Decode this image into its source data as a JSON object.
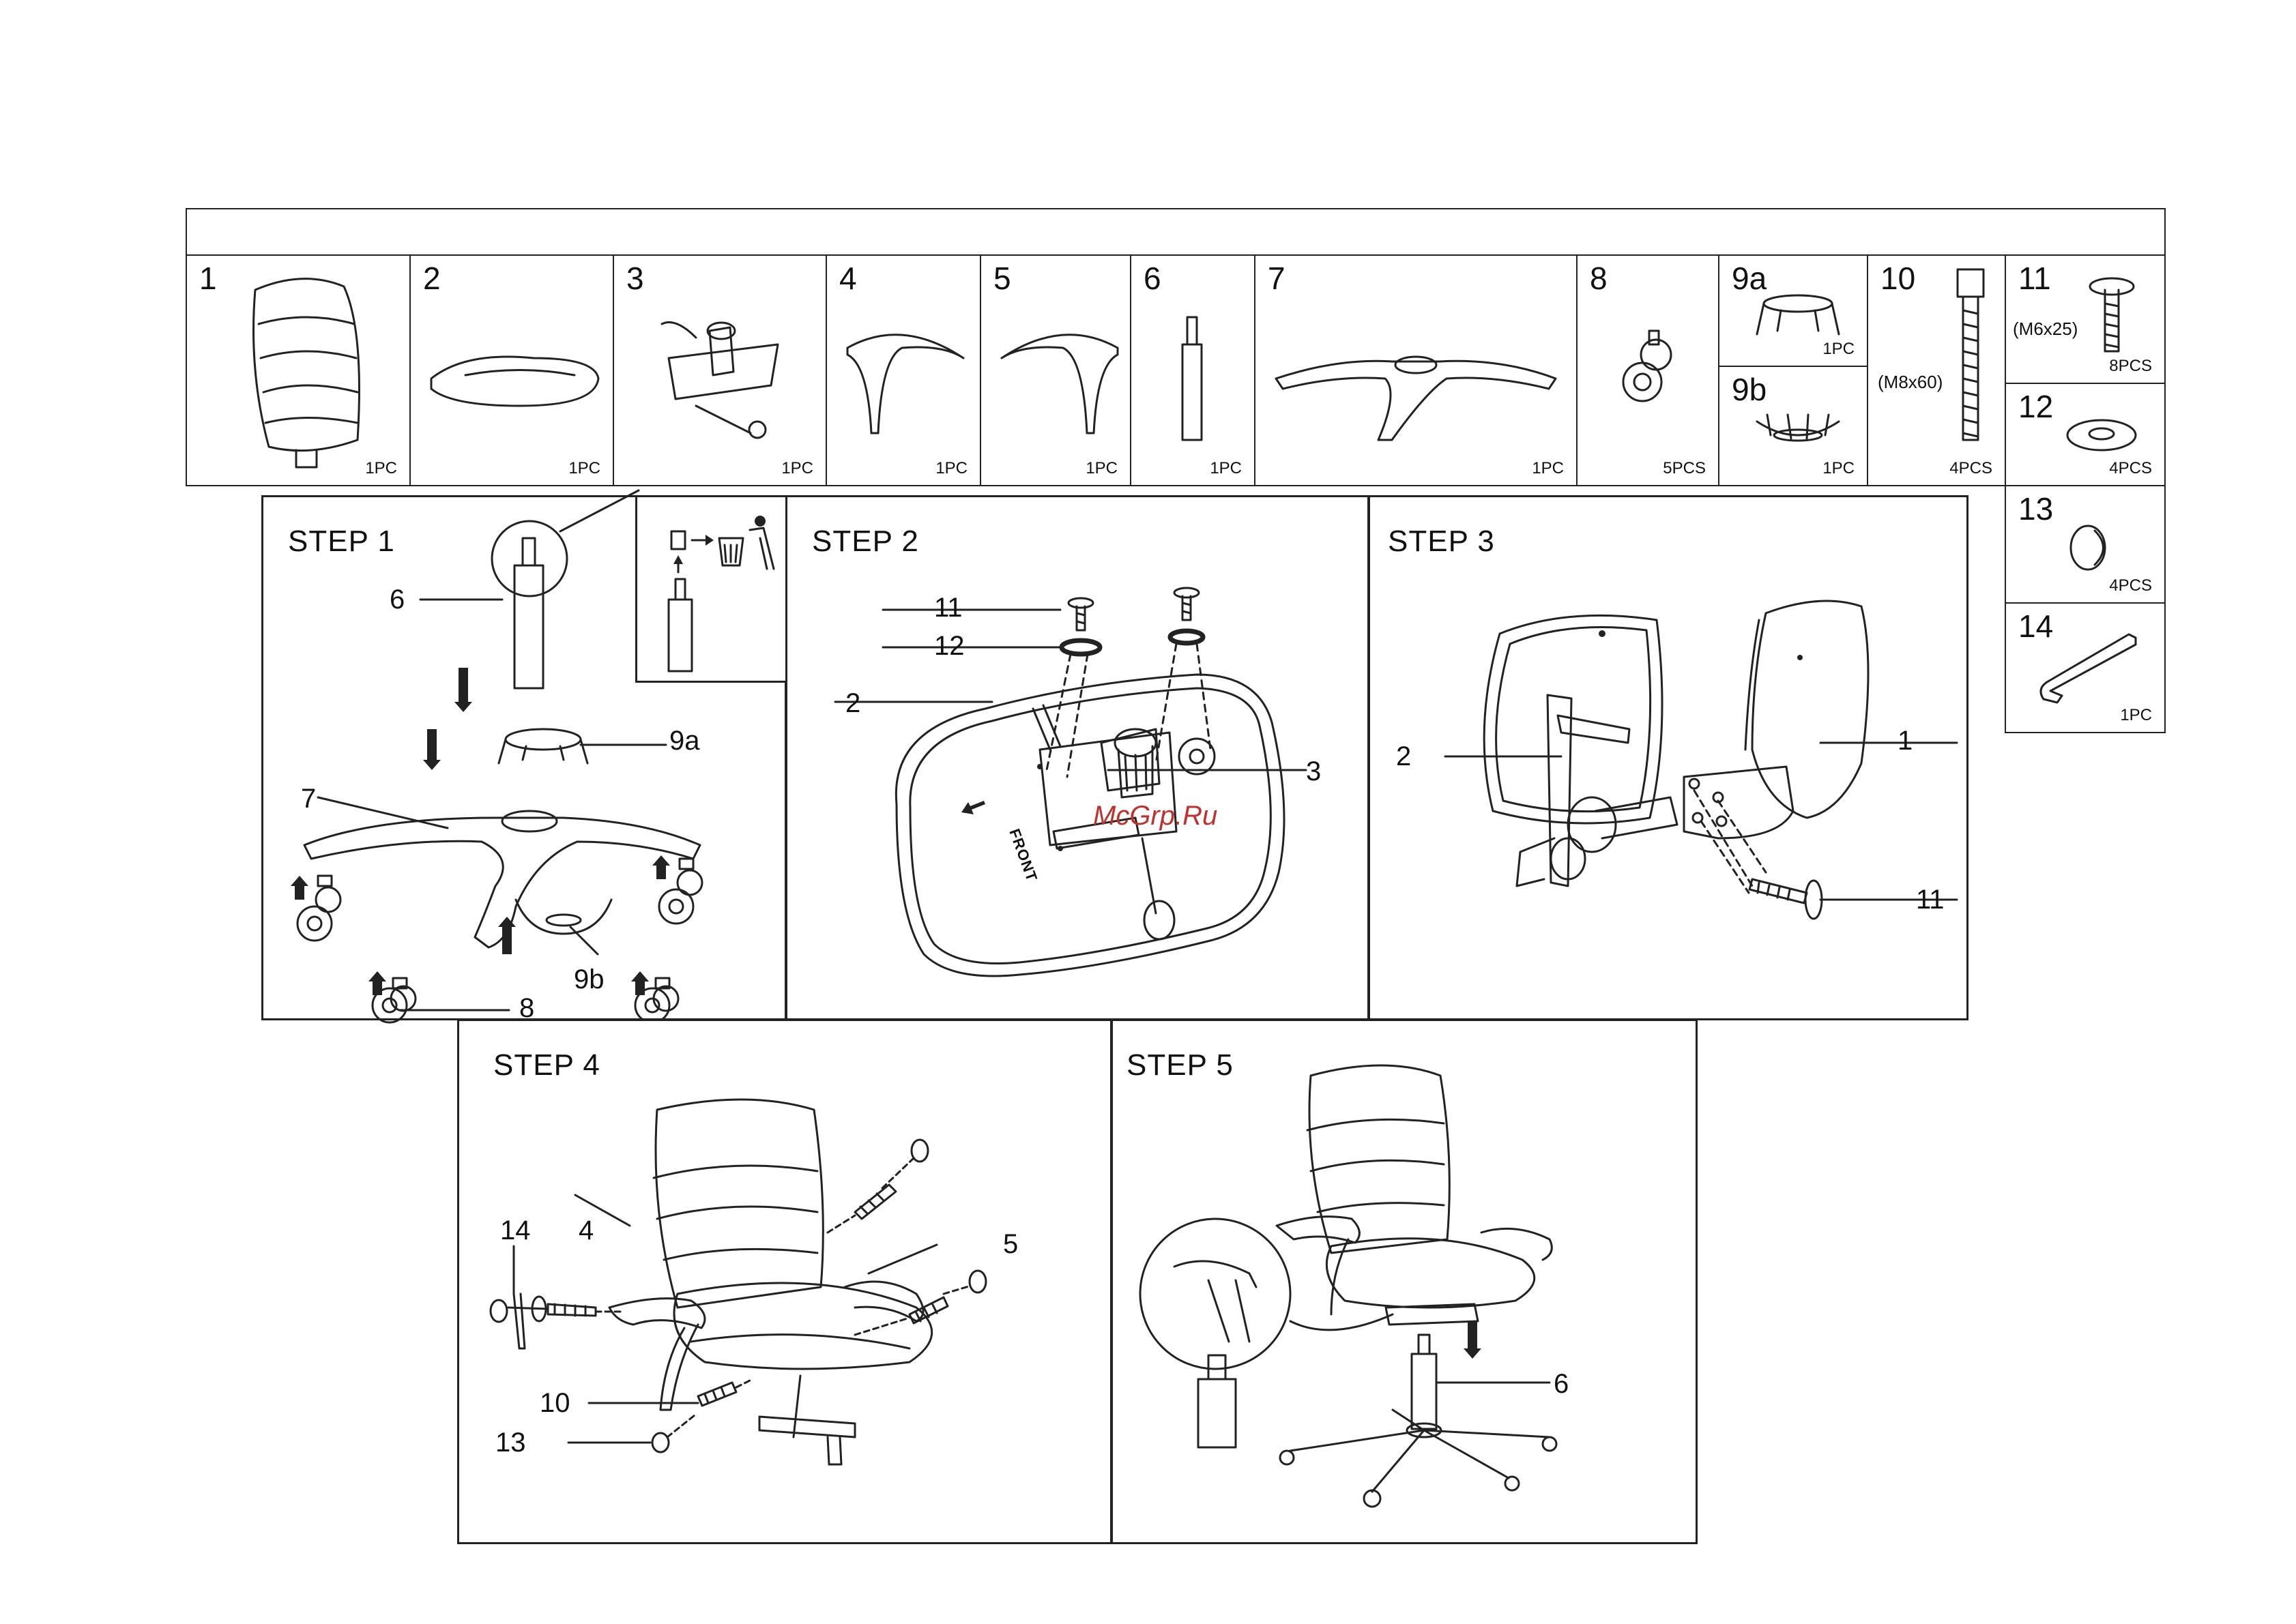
{
  "header": {
    "title": ""
  },
  "parts": [
    {
      "num": "1",
      "qty": "1PC",
      "spec": ""
    },
    {
      "num": "2",
      "qty": "1PC",
      "spec": ""
    },
    {
      "num": "3",
      "qty": "1PC",
      "spec": ""
    },
    {
      "num": "4",
      "qty": "1PC",
      "spec": ""
    },
    {
      "num": "5",
      "qty": "1PC",
      "spec": ""
    },
    {
      "num": "6",
      "qty": "1PC",
      "spec": ""
    },
    {
      "num": "7",
      "qty": "1PC",
      "spec": ""
    },
    {
      "num": "8",
      "qty": "5PCS",
      "spec": ""
    },
    {
      "num": "9a",
      "qty": "1PC",
      "spec": ""
    },
    {
      "num": "9b",
      "qty": "1PC",
      "spec": ""
    },
    {
      "num": "10",
      "qty": "4PCS",
      "spec": "(M8x60)"
    },
    {
      "num": "11",
      "qty": "8PCS",
      "spec": "(M6x25)"
    },
    {
      "num": "12",
      "qty": "4PCS",
      "spec": ""
    },
    {
      "num": "13",
      "qty": "4PCS",
      "spec": ""
    },
    {
      "num": "14",
      "qty": "1PC",
      "spec": ""
    }
  ],
  "steps": [
    {
      "label": "STEP 1",
      "callouts": [
        "6",
        "9a",
        "7",
        "9b",
        "8"
      ]
    },
    {
      "label": "STEP 2",
      "callouts": [
        "11",
        "12",
        "2",
        "3"
      ]
    },
    {
      "label": "STEP 3",
      "callouts": [
        "2",
        "1",
        "11"
      ]
    },
    {
      "label": "STEP 4",
      "callouts": [
        "14",
        "4",
        "5",
        "10",
        "13"
      ]
    },
    {
      "label": "STEP 5",
      "callouts": [
        "6"
      ]
    }
  ],
  "watermark": "McGrp.Ru"
}
